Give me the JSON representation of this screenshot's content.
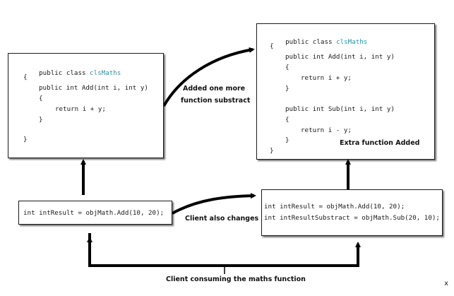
{
  "left_class": {
    "l1_kw": "public class ",
    "l1_name": "clsMaths",
    "l2": "{",
    "l3": "public int Add(int i, int y)",
    "l4": "{",
    "l5": "return i + y;",
    "l6": "}",
    "l7": "}"
  },
  "right_class": {
    "l1_kw": "public class ",
    "l1_name": "clsMaths",
    "l2": "{",
    "l3": "public int Add(int i, int y)",
    "l4": "{",
    "l5": "return i + y;",
    "l6": "}",
    "l7": "public int Sub(int i, int y)",
    "l8": "{",
    "l9": "return i - y;",
    "l10": "}",
    "l11": "}"
  },
  "client_left": {
    "l1": "int intResult = objMath.Add(10, 20);"
  },
  "client_right": {
    "l1": "int intResult = objMath.Add(10, 20);",
    "l2": "int intResultSubstract = objMath.Sub(20, 10);"
  },
  "notes": {
    "added_line1": "Added one more",
    "added_line2": "function substract",
    "extra": "Extra function Added",
    "client_changes": "Client also changes",
    "consuming": "Client consuming the maths function"
  },
  "corner": "x"
}
